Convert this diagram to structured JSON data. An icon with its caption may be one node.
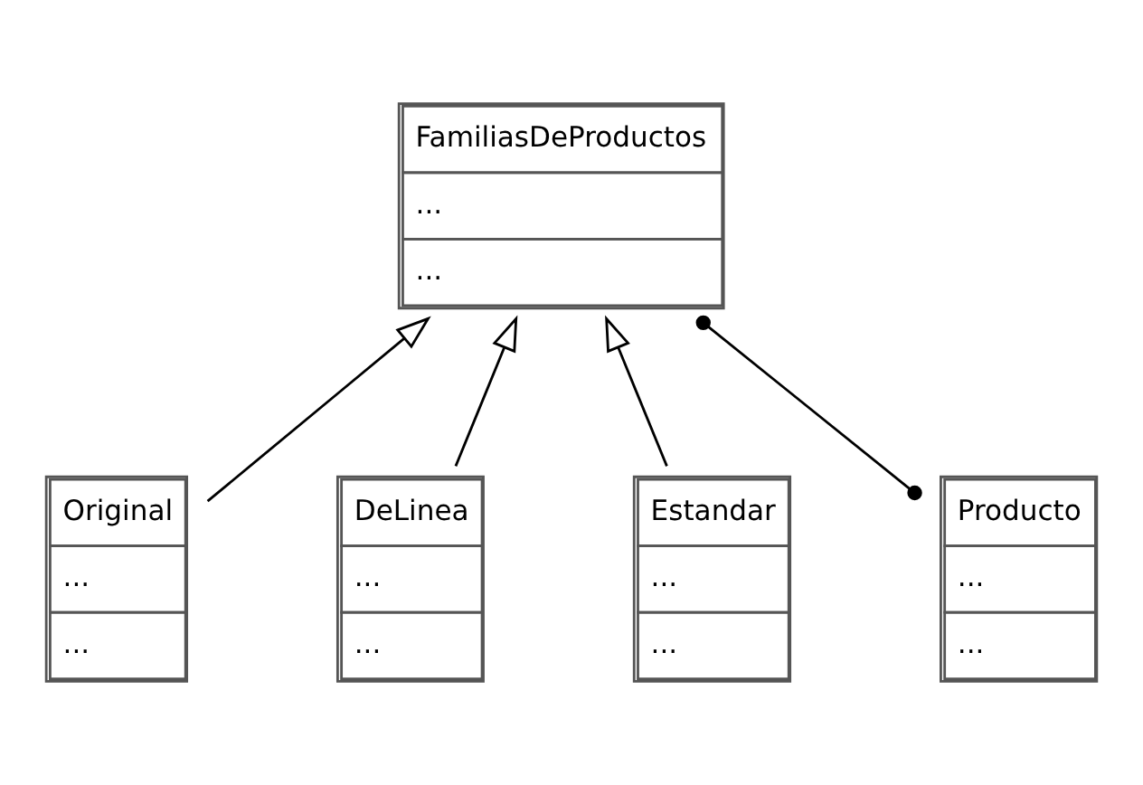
{
  "diagram": {
    "nodes": [
      {
        "text": [
          "FamiliasDeProductos",
          "...",
          "..."
        ]
      },
      {
        "text": [
          "Original",
          "...",
          "..."
        ]
      },
      {
        "text": [
          "DeLinea",
          "...",
          "..."
        ]
      },
      {
        "text": [
          "Estandar",
          "...",
          "..."
        ]
      },
      {
        "text": [
          "Producto",
          "...",
          "..."
        ]
      }
    ],
    "edges": [
      {
        "from": 4,
        "to": 0,
        "arrow": "other"
      },
      {
        "from": 1,
        "to": 0,
        "arrow": "to"
      },
      {
        "from": 2,
        "to": 0,
        "arrow": "to"
      },
      {
        "from": 3,
        "to": 0,
        "arrow": "to"
      }
    ]
  }
}
